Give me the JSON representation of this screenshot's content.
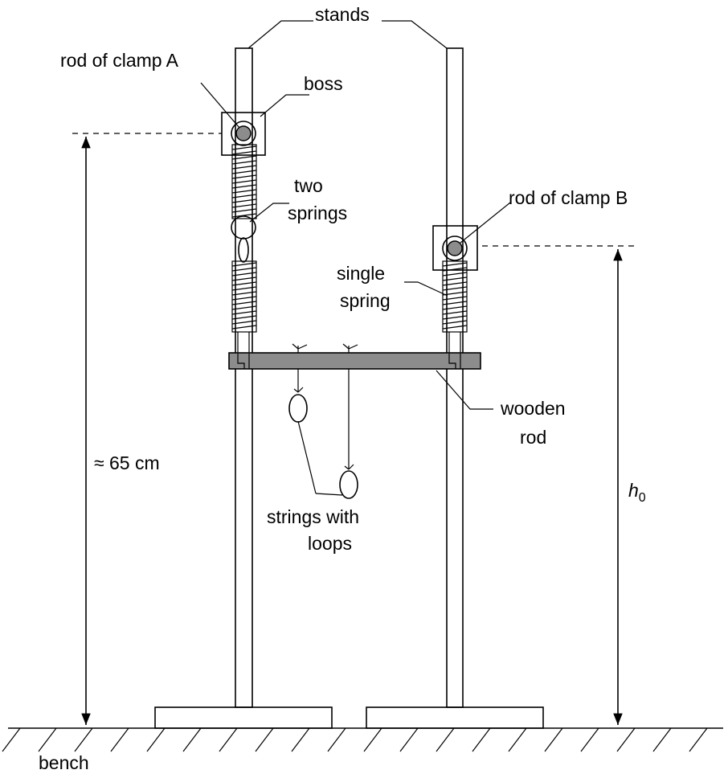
{
  "diagram": {
    "labels": {
      "stands": "stands",
      "rod_of_clamp_a": "rod of clamp A",
      "boss": "boss",
      "two_springs_line1": "two",
      "two_springs_line2": "springs",
      "rod_of_clamp_b": "rod of clamp B",
      "single_spring_line1": "single",
      "single_spring_line2": "spring",
      "wooden_rod_line1": "wooden",
      "wooden_rod_line2": "rod",
      "height_left": "≈ 65 cm",
      "height_right_symbol": "h",
      "height_right_subscript": "0",
      "strings_line1": "strings with",
      "strings_line2": "loops",
      "bench": "bench"
    },
    "colors": {
      "line": "#000000",
      "wooden_rod_fill": "#8c8c8c",
      "rod_center_fill": "#8c8c8c"
    }
  }
}
